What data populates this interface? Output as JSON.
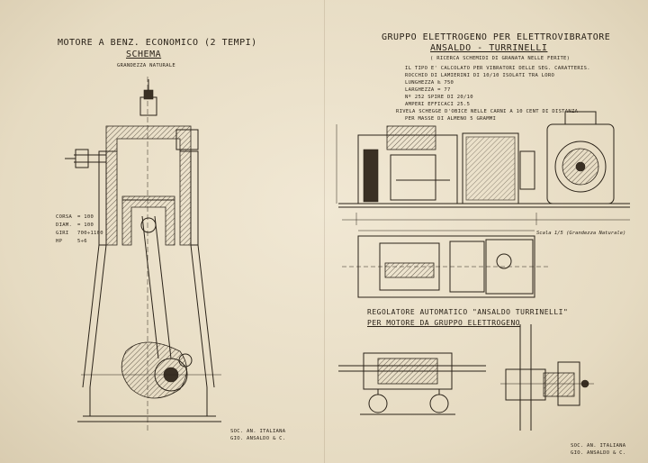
{
  "left_panel": {
    "title_line1": "MOTORE A BENZ. ECONOMICO (2 TEMPI)",
    "title_line2": "SCHEMA",
    "scale_note": "GRANDEZZA NATURALE",
    "specs": [
      {
        "label": "CORSA",
        "value": "= 100"
      },
      {
        "label": "DIAM.",
        "value": "= 100"
      },
      {
        "label": "GIRI",
        "value": "700÷1100"
      },
      {
        "label": "HP",
        "value": "5÷6"
      }
    ],
    "signature_line1": "SOC. AN. ITALIANA",
    "signature_line2": "GIO. ANSALDO & C."
  },
  "right_panel": {
    "title_line1": "GRUPPO ELETTROGENO PER ELETTROVIBRATORE",
    "title_line2": "ANSALDO - TURRINELLI",
    "subtitle": "( RICERCA SCHEMIDI DI GRANATA NELLE FERITE)",
    "notes": [
      "IL TIPO E' CALCOLATO PER VIBRATORI DELLE SEG. CARATTERIS.",
      "ROCCHIO DI LAMIERINI DI 10/10 ISOLATI TRA LORO",
      "LUNGHEZZA ‰ 750",
      "LARGHEZZA = 77",
      "Nº 252  SPIRE DI 20/10",
      "AMPERI EFFICACI 25.5",
      "RIVELA SCHEGGE D'OBICE NELLE CARNI A 10 CENT DI DISTANZA",
      "PER MASSE DI ALMENO 5 GRAMMI"
    ],
    "scale_note": "Scala 1/5 (Grandezza Naturale)",
    "regulator_title_line1": "REGOLATORE AUTOMATICO \"ANSALDO TURRINELLI\"",
    "regulator_title_line2": "PER MOTORE DA GRUPPO ELETTROGENO",
    "signature_line1": "SOC. AN. ITALIANA",
    "signature_line2": "GIO. ANSALDO & C."
  }
}
